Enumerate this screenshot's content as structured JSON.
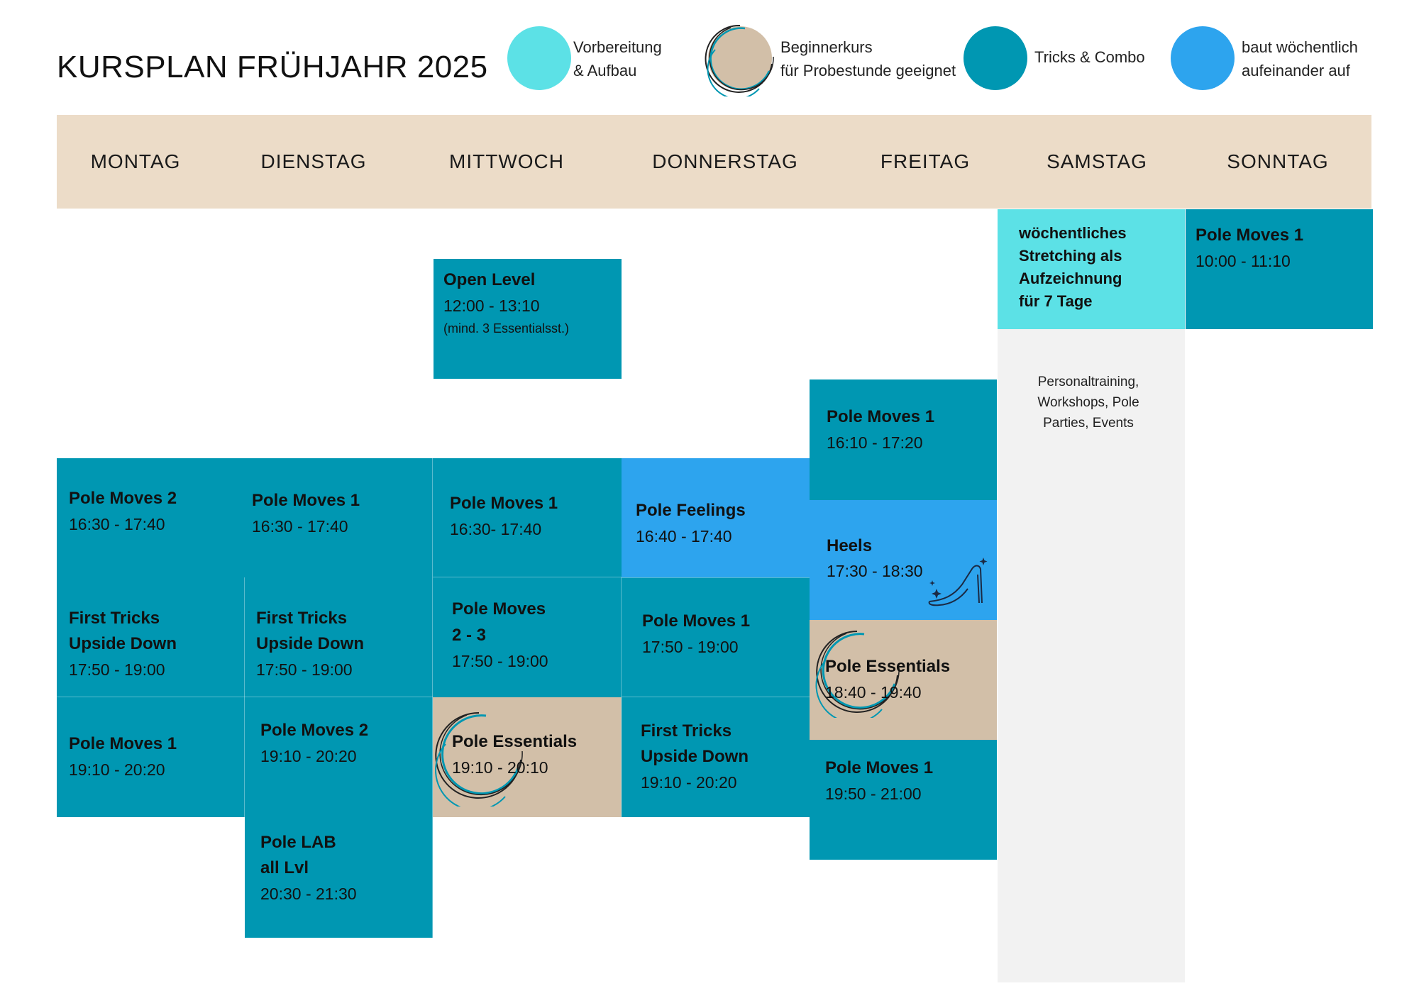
{
  "title": "KURSPLAN FRÜHJAHR 2025",
  "colors": {
    "vorbereitung": "#5ce1e6",
    "beginner": "#d2bfa8",
    "tricks": "#0097b2",
    "wochentlich": "#2da4ee",
    "header": "#ecdcc8",
    "panel": "#f2f2f2"
  },
  "legend": [
    {
      "line1": "Vorbereitung",
      "line2": "& Aufbau"
    },
    {
      "line1": "Beginnerkurs",
      "line2": "für Probestunde geeignet"
    },
    {
      "line1": "Tricks & Combo"
    },
    {
      "line1": "baut  wöchentlich",
      "line2": "aufeinander auf"
    }
  ],
  "days": [
    "MONTAG",
    "DIENSTAG",
    "MITTWOCH",
    "DONNERSTAG",
    "FREITAG",
    "SAMSTAG",
    "SONNTAG"
  ],
  "courses": {
    "mi_open": {
      "title": "Open Level",
      "time": "12:00 - 13:10",
      "note": "(mind. 3 Essentialsst.)"
    },
    "mo_pm2": {
      "title": "Pole Moves 2",
      "time": "16:30 - 17:40"
    },
    "di_pm1": {
      "title": "Pole Moves 1",
      "time": "16:30 - 17:40"
    },
    "mi_pm1": {
      "title": "Pole Moves 1",
      "time": "16:30- 17:40"
    },
    "do_feel": {
      "title": "Pole Feelings",
      "time": "16:40 - 17:40"
    },
    "fr_pm1a": {
      "title": "Pole Moves 1",
      "time": "16:10 - 17:20"
    },
    "fr_heels": {
      "title": "Heels",
      "time": "17:30 - 18:30"
    },
    "mo_ft": {
      "title1": "First Tricks",
      "title2": "Upside Down",
      "time": "17:50 - 19:00"
    },
    "di_ft": {
      "title1": "First Tricks",
      "title2": "Upside Down",
      "time": "17:50 - 19:00"
    },
    "mi_pm23": {
      "title1": "Pole Moves",
      "title2": "2 - 3",
      "time": "17:50 - 19:00"
    },
    "do_pm1": {
      "title": "Pole Moves 1",
      "time": "17:50 - 19:00"
    },
    "fr_ess": {
      "title": "Pole Essentials",
      "time": "18:40 - 19:40"
    },
    "mo_pm1": {
      "title": "Pole Moves 1",
      "time": "19:10 - 20:20"
    },
    "di_pm2": {
      "title": "Pole Moves 2",
      "time": "19:10 - 20:20"
    },
    "mi_ess": {
      "title": "Pole Essentials",
      "time": "19:10 - 20:10"
    },
    "do_ft": {
      "title1": "First Tricks",
      "title2": "Upside Down",
      "time": "19:10 - 20:20"
    },
    "fr_pm1b": {
      "title": "Pole Moves 1",
      "time": "19:50 - 21:00"
    },
    "di_lab": {
      "title1": "Pole LAB",
      "title2": "all Lvl",
      "time": "20:30 - 21:30"
    },
    "so_pm1": {
      "title": "Pole Moves 1",
      "time": "10:00 - 11:10"
    }
  },
  "samstag": {
    "stretch": [
      "wöchentliches",
      "Stretching als",
      "Aufzeichnung",
      "für 7 Tage"
    ],
    "info": [
      "Personaltraining,",
      "Workshops, Pole",
      "Parties, Events"
    ]
  }
}
